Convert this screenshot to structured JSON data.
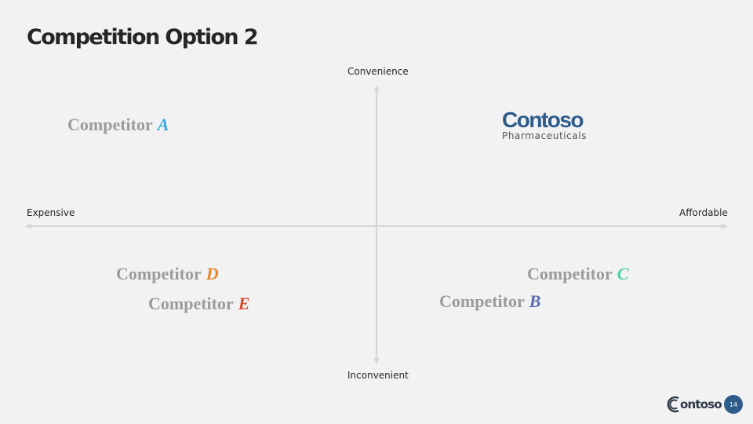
{
  "slide": {
    "title": "Competition Option 2",
    "page_number": "14"
  },
  "axes": {
    "top": "Convenience",
    "bottom": "Inconvenient",
    "left": "Expensive",
    "right": "Affordable"
  },
  "competitors": {
    "a": {
      "name": "Competitor",
      "letter": "A",
      "color": "#3aa8e0"
    },
    "b": {
      "name": "Competitor",
      "letter": "B",
      "color": "#5c6ab0"
    },
    "c": {
      "name": "Competitor",
      "letter": "C",
      "color": "#4ecfa8"
    },
    "d": {
      "name": "Competitor",
      "letter": "D",
      "color": "#e8842e"
    },
    "e": {
      "name": "Competitor",
      "letter": "E",
      "color": "#d94a2a"
    }
  },
  "own_company": {
    "name": "Contoso",
    "tagline": "Pharmaceuticals",
    "color": "#2e5c8a"
  },
  "footer": {
    "logo_text": "ontoso",
    "logo_icon": "contoso-c-icon"
  }
}
